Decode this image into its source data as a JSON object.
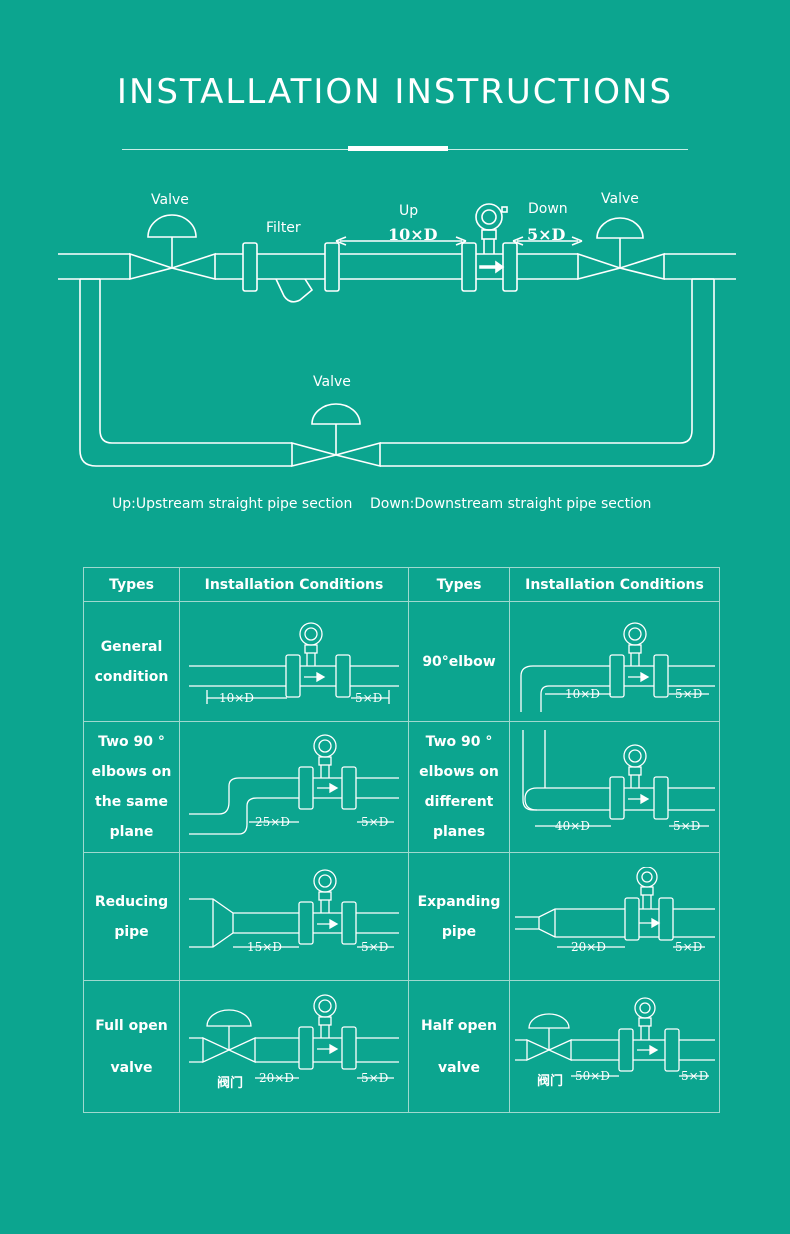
{
  "title": "INSTALLATION INSTRUCTIONS",
  "diagram": {
    "valve_left": "Valve",
    "filter": "Filter",
    "up": "Up",
    "up_len": "10×D",
    "down": "Down",
    "down_len": "5×D",
    "valve_right": "Valve",
    "valve_bypass": "Valve"
  },
  "legend": {
    "up": "Up:Upstream straight pipe section",
    "down": "Down:Downstream straight pipe section"
  },
  "table": {
    "headers": [
      "Types",
      "Installation Conditions",
      "Types",
      "Installation Conditions"
    ],
    "rows": [
      {
        "left_type": [
          "General",
          "condition"
        ],
        "left_up": "10×D",
        "left_down": "5×D",
        "right_type": [
          "90°elbow"
        ],
        "right_up": "10×D",
        "right_down": "5×D"
      },
      {
        "left_type": [
          "Two 90 °",
          "elbows on",
          "the same",
          "plane"
        ],
        "left_up": "25×D",
        "left_down": "5×D",
        "right_type": [
          "Two 90 °",
          "elbows on",
          "different",
          "planes"
        ],
        "right_up": "40×D",
        "right_down": "5×D"
      },
      {
        "left_type": [
          "Reducing",
          "pipe"
        ],
        "left_up": "15×D",
        "left_down": "5×D",
        "right_type": [
          "Expanding",
          "pipe"
        ],
        "right_up": "20×D",
        "right_down": "5×D"
      },
      {
        "left_type": [
          "Full open",
          "valve"
        ],
        "left_valve": "阀门",
        "left_up": "20×D",
        "left_down": "5×D",
        "right_type": [
          "Half open",
          "valve"
        ],
        "right_valve": "阀门",
        "right_up": "50×D",
        "right_down": "5×D"
      }
    ]
  },
  "colors": {
    "background": "#0ca58f",
    "line": "#ffffff"
  }
}
